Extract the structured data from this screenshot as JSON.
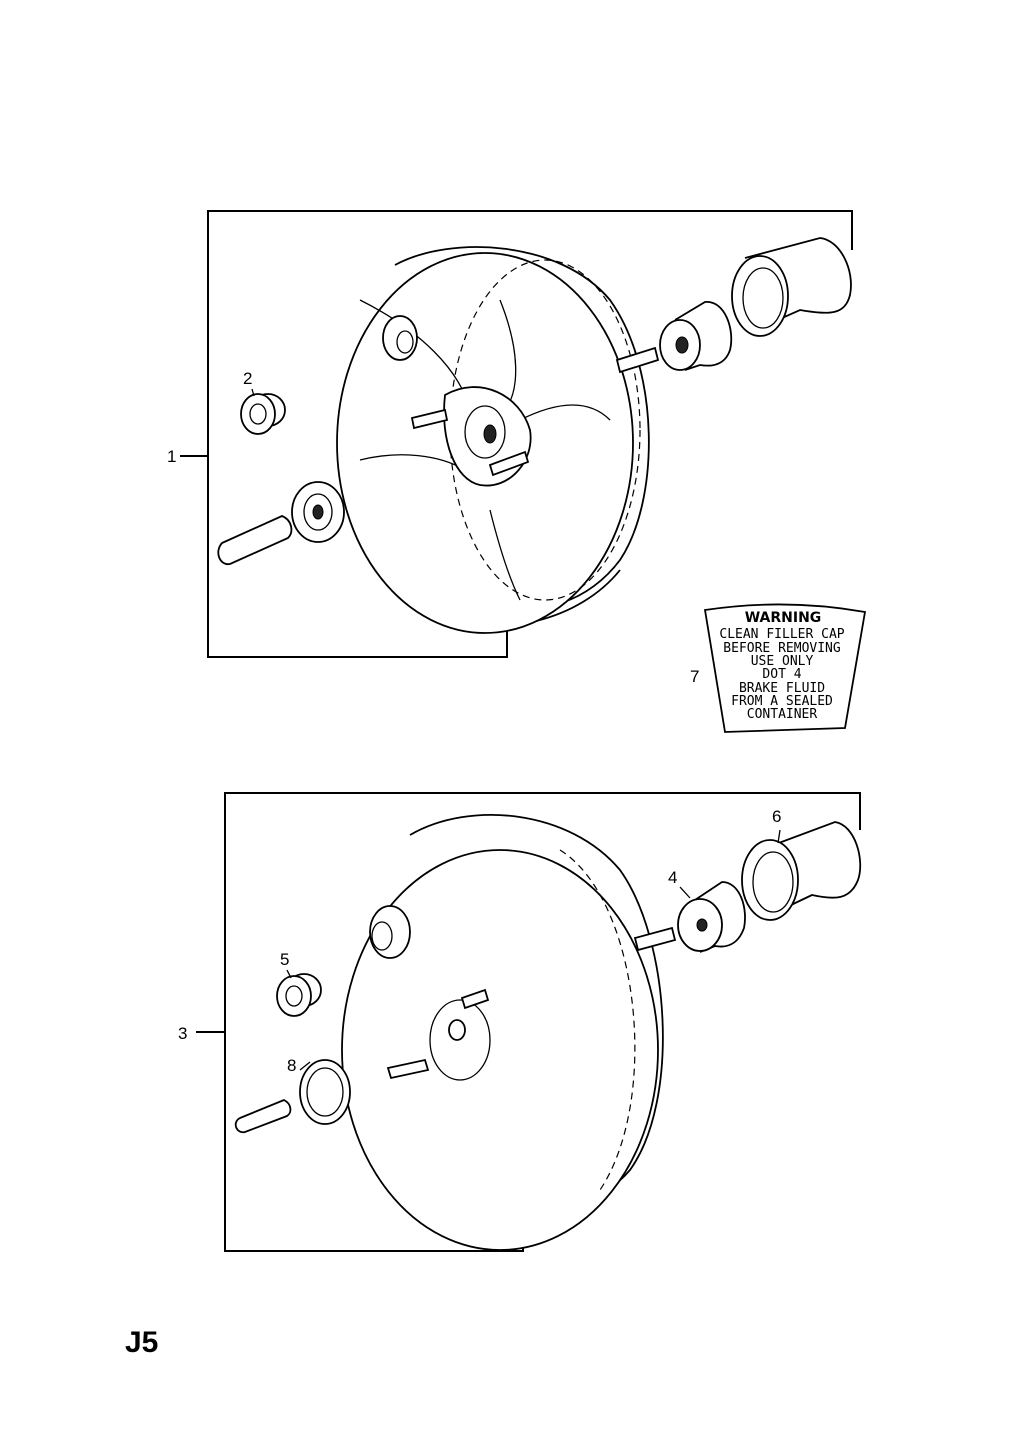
{
  "page_code": "J5",
  "callouts": {
    "c1": "1",
    "c2": "2",
    "c3": "3",
    "c4": "4",
    "c5": "5",
    "c6": "6",
    "c7": "7",
    "c8": "8"
  },
  "warning_label": {
    "title": "WARNING",
    "lines": [
      "CLEAN FILLER CAP",
      "BEFORE REMOVING",
      "USE ONLY",
      "DOT 4",
      "BRAKE FLUID",
      "FROM A SEALED",
      "CONTAINER"
    ]
  }
}
